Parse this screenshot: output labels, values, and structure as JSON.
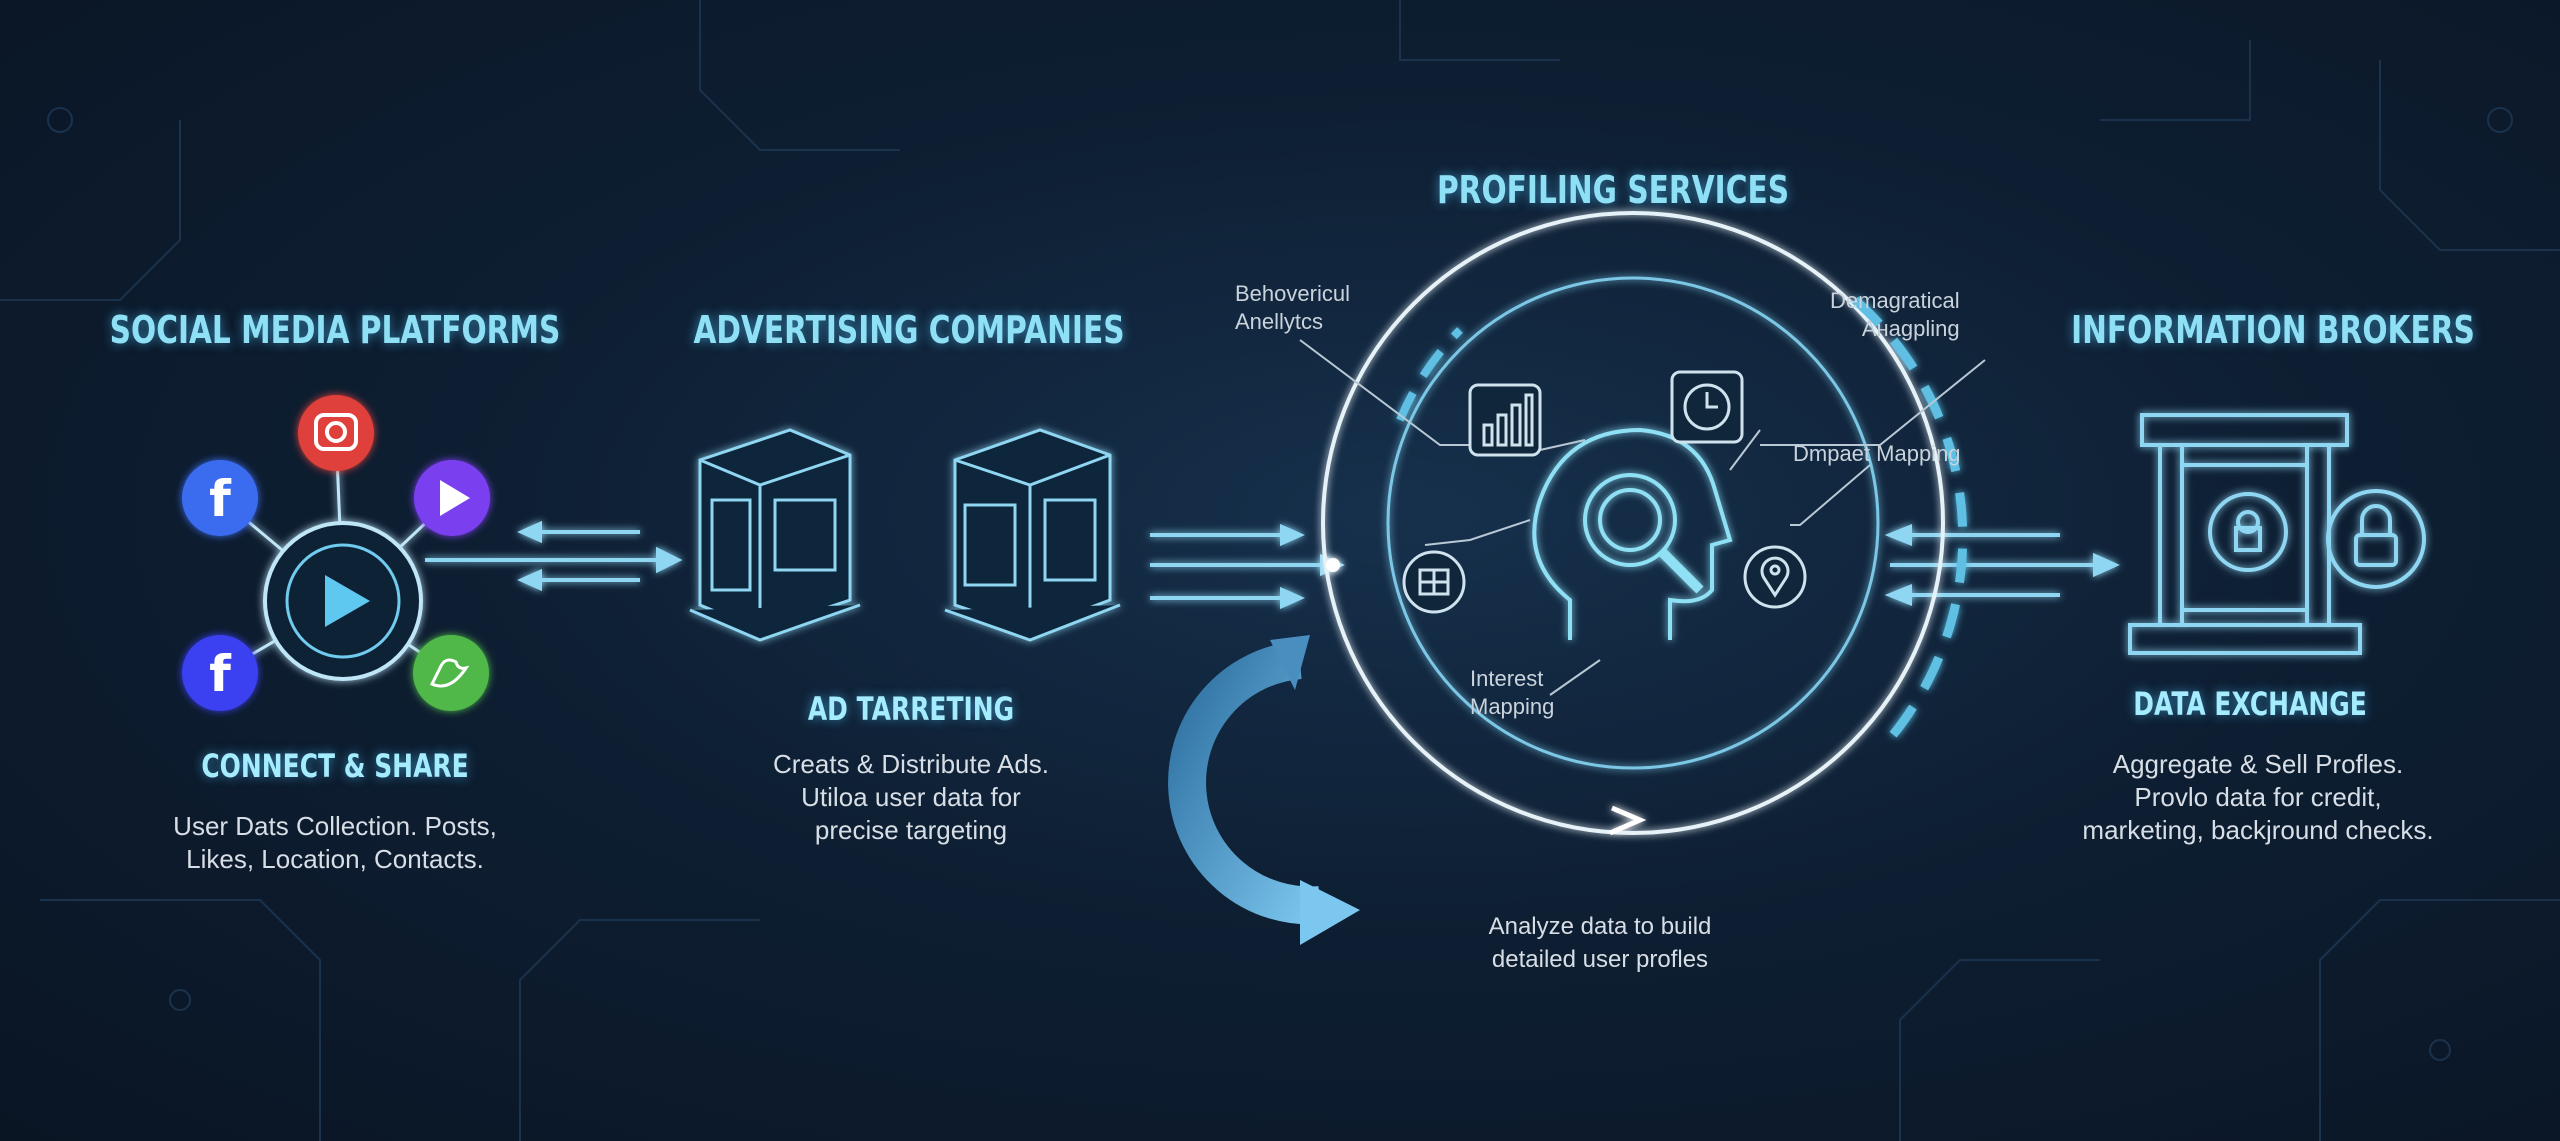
{
  "sections": {
    "social": {
      "title": "SOCIAL MEDIA PLATFORMS",
      "subtitle": "CONNECT & SHARE",
      "lines": [
        "User Dats Collection. Posts,",
        "Likes, Location, Contacts."
      ],
      "icons": [
        "facebook-icon",
        "instagram-icon",
        "play-icon",
        "facebook-icon",
        "twitter-icon"
      ]
    },
    "advertising": {
      "title": "ADVERTISING COMPANIES",
      "subtitle": "AD TARRETING",
      "lines": [
        "Creats & Distribute Ads.",
        "Utiloa user data for",
        "precise targeting"
      ]
    },
    "profiling": {
      "title": "PROFILING SERVICES",
      "labels": {
        "behavioral": [
          "Behovericul",
          "Anellytcs"
        ],
        "demographic": [
          "Demagratical",
          "Aнagpling"
        ],
        "dataset": "Dmpaet Mapping",
        "interest": [
          "Interest",
          "Mapping"
        ]
      },
      "lines": [
        "Analyze data to build",
        "detailed user profles"
      ]
    },
    "brokers": {
      "title": "INFORMATION BROKERS",
      "subtitle": "DATA EXCHANGE",
      "lines": [
        "Aggregate & Sell Profles.",
        "Provlo data for credit,",
        "marketing, backjround checks."
      ]
    }
  },
  "colors": {
    "accent": "#8fe0f5",
    "facebook": "#3b6cf0",
    "instagram": "#e0413a",
    "play": "#7a3ff0",
    "twitter": "#4fb84a"
  }
}
